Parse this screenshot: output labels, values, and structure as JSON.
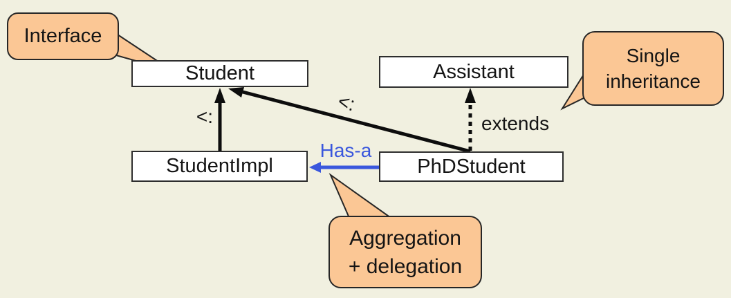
{
  "canvas": {
    "background": "#f1f0e0",
    "description": "Class diagram: interfaces, single inheritance, aggregation and delegation"
  },
  "colors": {
    "background": "#f1f0e0",
    "box_fill": "#ffffff",
    "box_border": "#2d2d2d",
    "bubble_fill": "#fbc795",
    "bubble_border": "#262626",
    "arrow_black": "#0d0d0d",
    "arrow_blue": "#3a57dd",
    "text": "#141414"
  },
  "boxes": {
    "student": {
      "label": "Student"
    },
    "assistant": {
      "label": "Assistant"
    },
    "student_impl": {
      "label": "StudentImpl"
    },
    "phd_student": {
      "label": "PhDStudent"
    }
  },
  "callouts": {
    "interface": {
      "text": "Interface"
    },
    "single_inheritance": {
      "line1": "Single",
      "line2": "inheritance"
    },
    "aggregation": {
      "line1": "Aggregation",
      "line2": "+ delegation"
    }
  },
  "edge_labels": {
    "subtype_left": "<:",
    "subtype_diagonal": "<:",
    "extends": "extends",
    "has_a": "Has-a"
  }
}
